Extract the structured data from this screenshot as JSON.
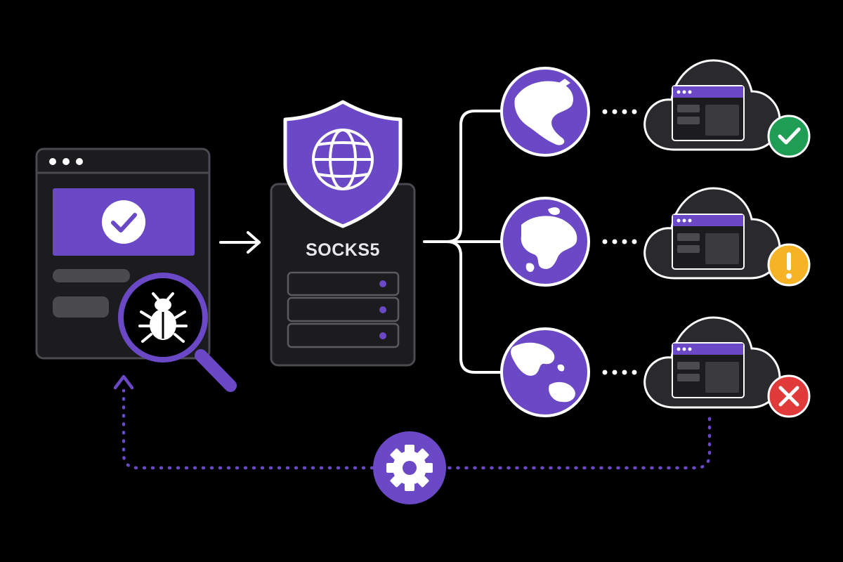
{
  "proxy": {
    "label": "SOCKS5"
  },
  "colors": {
    "background": "#000000",
    "accent": "#6a48c6",
    "panel": "#1c1c1f",
    "panel_border": "#4a4a4f",
    "success": "#1f9d55",
    "warning": "#f5b325",
    "error": "#e03a3a",
    "line": "#ffffff"
  },
  "regions": [
    {
      "name": "north-america",
      "status": "success"
    },
    {
      "name": "europe",
      "status": "warning"
    },
    {
      "name": "asia-pacific",
      "status": "error"
    }
  ],
  "icons": [
    "check-icon",
    "bug-icon",
    "magnifier-icon",
    "arrow-right-icon",
    "shield-icon",
    "globe-icon",
    "server-rack-icon",
    "cloud-icon",
    "warning-icon",
    "error-icon",
    "gear-icon"
  ]
}
